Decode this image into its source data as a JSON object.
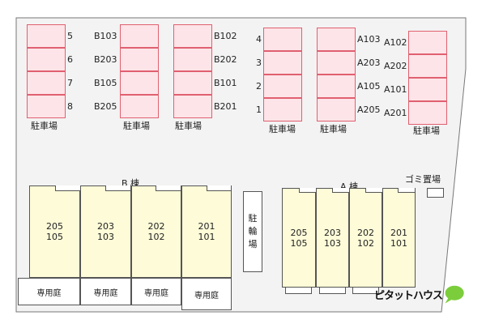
{
  "parking_label": "駐車場",
  "parking_groups": [
    {
      "id": "p1",
      "stalls": [
        "5",
        "6",
        "7",
        "8"
      ]
    },
    {
      "id": "p2",
      "stalls": [
        "B103",
        "B203",
        "B105",
        "B205"
      ]
    },
    {
      "id": "p3",
      "stalls": [
        "B102",
        "B202",
        "B101",
        "B201"
      ]
    },
    {
      "id": "p4",
      "stalls": [
        "4",
        "3",
        "2",
        "1"
      ]
    },
    {
      "id": "p5",
      "stalls": [
        "A103",
        "A203",
        "A105",
        "A205"
      ]
    },
    {
      "id": "p6",
      "stalls": [
        "A102",
        "A202",
        "A101",
        "A201"
      ]
    }
  ],
  "building_b": {
    "name": "B 棟",
    "units": [
      {
        "upper": "205",
        "lower": "105"
      },
      {
        "upper": "203",
        "lower": "103"
      },
      {
        "upper": "202",
        "lower": "102"
      },
      {
        "upper": "201",
        "lower": "101"
      }
    ],
    "garden_label": "専用庭"
  },
  "building_a": {
    "name": "A 棟",
    "units": [
      {
        "upper": "205",
        "lower": "105"
      },
      {
        "upper": "203",
        "lower": "103"
      },
      {
        "upper": "202",
        "lower": "102"
      },
      {
        "upper": "201",
        "lower": "101"
      }
    ]
  },
  "bicycle_parking": [
    "駐",
    "輪",
    "場"
  ],
  "garbage_label": "ゴミ置場",
  "logo_text": "ピタットハウス",
  "colors": {
    "stall_fill": "#fde4e8",
    "stall_border": "#e06070",
    "unit_fill": "#fdfbd8",
    "lot_fill": "#f4f4f4",
    "logo_green": "#7ccd3c"
  }
}
